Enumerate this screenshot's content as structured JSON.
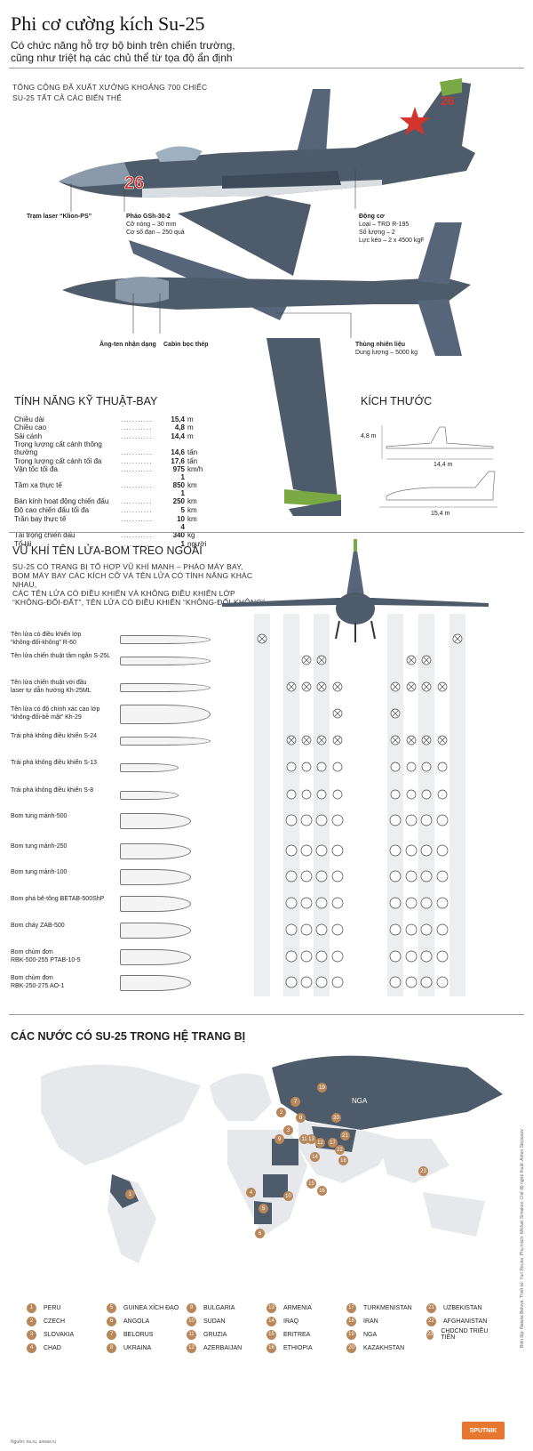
{
  "header": {
    "title": "Phi cơ cường kích Su-25",
    "subtitle_line1": "Có chức năng hỗ trợ bộ binh trên chiến trường,",
    "subtitle_line2": "cũng như triệt hạ các chủ thể  từ tọa độ ẩn định"
  },
  "production": {
    "line1": "TỔNG CỘNG ĐÃ XUẤT XƯỞNG KHOẢNG 700 CHIẾC",
    "line2": "SU-25 TẤT CẢ CÁC BIẾN THỂ"
  },
  "aircraft": {
    "tail_number": "26",
    "laser": {
      "name": "Trạm laser “Klion-PS”"
    },
    "gun": {
      "name": "Pháo GSh-30-2",
      "caliber": "Cỡ nòng – 30 mm",
      "ammo": "Cơ số đạn – 250 quả"
    },
    "engine": {
      "name": "Động cơ",
      "type": "Loại – TRD R-195",
      "count": "Số lượng – 2",
      "thrust": "Lực kéo – 2 x 4500 kgF"
    },
    "antenna": {
      "name": "Ăng-ten nhận dạng"
    },
    "armor": {
      "name": "Cabin bọc thép"
    },
    "fuel": {
      "name": "Thùng nhiên liệu",
      "capacity": "Dung lượng – 5000 kg"
    },
    "colors": {
      "body": "#4d5b6b",
      "nose_band": "#8a9aaa",
      "belly": "#d9dee3",
      "red": "#d1352b",
      "green": "#7aa843"
    }
  },
  "specs": {
    "heading": "TÍNH NĂNG KỸ THUẬT-BAY",
    "rows": [
      {
        "label": "Chiều dài",
        "value": "15,4",
        "unit": "m"
      },
      {
        "label": "Chiều cao",
        "value": "4,8",
        "unit": "m"
      },
      {
        "label": "Sải cánh",
        "value": "14,4",
        "unit": "m"
      },
      {
        "label": "Trọng lượng cất cánh thông thường",
        "value": "14,6",
        "unit": "tấn"
      },
      {
        "label": "Trọng lượng cất cánh tối đa",
        "value": "17,6",
        "unit": "tấn"
      },
      {
        "label": "Vận tốc tối đa",
        "value": "975",
        "unit": "km/h"
      },
      {
        "label": "Tầm xa thực tế",
        "value": "1 850",
        "unit": "km"
      },
      {
        "label": "Bán kính hoạt động chiến đấu",
        "value": "1 250",
        "unit": "km"
      },
      {
        "label": "Độ cao chiến đấu tối đa",
        "value": "5",
        "unit": "km"
      },
      {
        "label": "Trần bay thực tế",
        "value": "10",
        "unit": "km"
      },
      {
        "label": "Tải trọng chiến đấu",
        "value": "4 340",
        "unit": "kg"
      },
      {
        "label": "Tổ lái",
        "value": "1",
        "unit": "người"
      }
    ]
  },
  "dimensions": {
    "heading": "KÍCH THƯỚC",
    "height": "4,8 m",
    "span": "14,4 m",
    "length": "15,4 m"
  },
  "weapons": {
    "heading": "VŨ KHÍ TÊN LỬA-BOM TREO NGOÀI",
    "intro1": "SU-25 CÓ TRANG BỊ TỔ HỢP VŨ KHÍ MẠNH – PHÁO MÁY BAY,",
    "intro2": "BOM MÁY BAY CÁC KÍCH CỠ VÀ TÊN LỬA CÓ TÍNH NĂNG KHÁC NHAU,",
    "intro3": "CÁC TÊN LỬA CÓ ĐIỀU KHIỂN VÀ KHÔNG ĐIỀU KHIỂN LỚP",
    "intro4": "“KHÔNG-ĐỐI-ĐẤT”,  TÊN LỬA CÓ ĐIỀU KHIỂN “KHÔNG-ĐỐI-KHÔNG”",
    "items": [
      {
        "l1": "Tên lửa có điều khiển lớp",
        "l2": "“không-đối-không” R-60",
        "kind": "x",
        "slots": [
          1,
          0,
          0,
          0,
          0,
          0,
          0,
          0,
          0,
          1
        ]
      },
      {
        "l1": "Tên lửa chiến thuật tầm ngắn S-25L",
        "l2": "",
        "kind": "x",
        "slots": [
          0,
          0,
          1,
          1,
          0,
          0,
          1,
          1,
          0,
          0
        ]
      },
      {
        "l1": "Tên lửa chiến thuật với đầu",
        "l2": "laser tự dẫn hướng Kh-25ML",
        "kind": "x",
        "slots": [
          0,
          1,
          1,
          1,
          1,
          1,
          1,
          1,
          1,
          0
        ]
      },
      {
        "l1": "Tên lửa có độ chính xác cao lớp",
        "l2": "“không-đối-bề mặt” Kh-29",
        "kind": "x",
        "slots": [
          0,
          0,
          0,
          0,
          1,
          1,
          0,
          0,
          0,
          0
        ]
      },
      {
        "l1": "Trái phá không điều khiển S-24",
        "l2": "",
        "kind": "x",
        "slots": [
          0,
          1,
          1,
          1,
          1,
          1,
          1,
          1,
          1,
          0
        ]
      },
      {
        "l1": "Trái phá không điều khiển S-13",
        "l2": "",
        "kind": "o",
        "slots": [
          0,
          1,
          1,
          1,
          1,
          1,
          1,
          1,
          1,
          0
        ]
      },
      {
        "l1": "Trái phá không điều khiển S-8",
        "l2": "",
        "kind": "o",
        "slots": [
          0,
          1,
          1,
          1,
          1,
          1,
          1,
          1,
          1,
          0
        ]
      },
      {
        "l1": "Bom tung mảnh-500",
        "l2": "",
        "kind": "b",
        "slots": [
          0,
          1,
          1,
          1,
          1,
          1,
          1,
          1,
          1,
          0
        ]
      },
      {
        "l1": "Bom tung mảnh-250",
        "l2": "",
        "kind": "b",
        "slots": [
          0,
          1,
          1,
          1,
          1,
          1,
          1,
          1,
          1,
          0
        ]
      },
      {
        "l1": "Bom tung mảnh-100",
        "l2": "",
        "kind": "b",
        "slots": [
          0,
          1,
          1,
          1,
          1,
          1,
          1,
          1,
          1,
          0
        ]
      },
      {
        "l1": "Bom phá bê-tông BETAB-500ShP",
        "l2": "",
        "kind": "b",
        "slots": [
          0,
          1,
          1,
          1,
          1,
          1,
          1,
          1,
          1,
          0
        ]
      },
      {
        "l1": "Bom cháy ZAB-500",
        "l2": "",
        "kind": "b",
        "slots": [
          0,
          1,
          1,
          1,
          1,
          1,
          1,
          1,
          1,
          0
        ]
      },
      {
        "l1": "Bom chùm đơn",
        "l2": "RBK-500-255 PTAB-10-5",
        "kind": "b",
        "slots": [
          0,
          1,
          1,
          1,
          1,
          1,
          1,
          1,
          1,
          0
        ]
      },
      {
        "l1": "Bom chùm đơn",
        "l2": "RBK-250-275 AO-1",
        "kind": "b",
        "slots": [
          0,
          1,
          1,
          1,
          1,
          1,
          1,
          1,
          1,
          0
        ]
      }
    ]
  },
  "countries": {
    "heading": "CÁC NƯỚC CÓ SU-25 TRONG HỆ TRANG BỊ",
    "map_label": "NGA",
    "list": [
      {
        "n": "1",
        "name": "PERU"
      },
      {
        "n": "2",
        "name": "CZECH"
      },
      {
        "n": "3",
        "name": "SLOVAKIA"
      },
      {
        "n": "4",
        "name": "CHAD"
      },
      {
        "n": "5",
        "name": "GUINEA XÍCH ĐẠO"
      },
      {
        "n": "6",
        "name": "ANGOLA"
      },
      {
        "n": "7",
        "name": "BELORUS"
      },
      {
        "n": "8",
        "name": "UKRAINA"
      },
      {
        "n": "9",
        "name": "BULGARIA"
      },
      {
        "n": "10",
        "name": "SUDAN"
      },
      {
        "n": "11",
        "name": "GRUZIA"
      },
      {
        "n": "12",
        "name": "AZERBAIJAN"
      },
      {
        "n": "13",
        "name": "ARMENIA"
      },
      {
        "n": "14",
        "name": "IRAQ"
      },
      {
        "n": "15",
        "name": "ERITREA"
      },
      {
        "n": "16",
        "name": "ETHIOPIA"
      },
      {
        "n": "17",
        "name": "TURKMENISTAN"
      },
      {
        "n": "18",
        "name": "IRAN"
      },
      {
        "n": "19",
        "name": "NGA"
      },
      {
        "n": "20",
        "name": "KAZAKHSTAN"
      },
      {
        "n": "21",
        "name": "UZBEKISTAN"
      },
      {
        "n": "22",
        "name": "AFGHANISTAN"
      },
      {
        "n": "23",
        "name": "CHDCND TRIỀU TIÊN"
      }
    ],
    "pin_color": "#b8875a",
    "highlight_color": "#4d5b6b"
  },
  "footer": {
    "source": "Nguồn: ria.ru, airwar.ru",
    "credits": "Biên tập: Natalia Belova. Thiết kế: Yuri Reuka. Phụ trách: Mikhail Simakov. Chế độ nghệ thuật: Anton Stepanov",
    "brand": "SPUTNIK"
  }
}
